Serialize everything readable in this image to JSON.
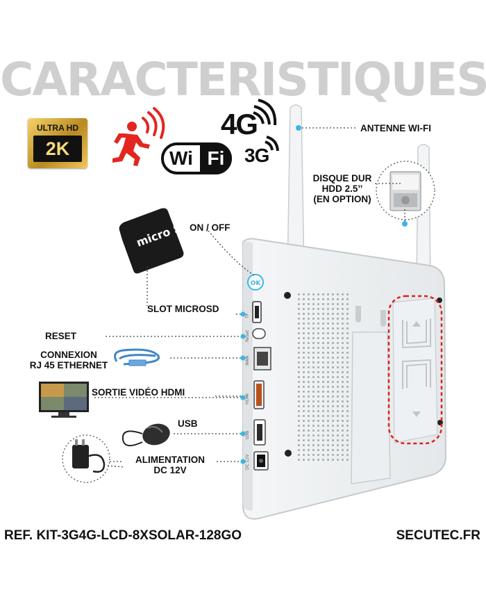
{
  "title": "CARACTERISTIQUES",
  "badges": {
    "ultra_hd": "ULTRA HD",
    "res": "2K",
    "wifi_w": "Wi",
    "wifi_fi": "Fi",
    "g4": "4G",
    "g3": "3G",
    "micro_sd": "micro SD"
  },
  "labels": {
    "antenne": "ANTENNE WI-FI",
    "disque_line1": "DISQUE DUR",
    "disque_line2": "HDD 2.5’’",
    "disque_line3": "(EN OPTION)",
    "on_off": "ON / OFF",
    "slot": "SLOT MICROSD",
    "reset": "RESET",
    "connexion_line1": "CONNEXION",
    "connexion_line2": "RJ 45 ETHERNET",
    "hdmi": "SORTIE VIDÉO HDMI",
    "usb": "USB",
    "alim_line1": "ALIMENTATION",
    "alim_line2": "DC 12V"
  },
  "device": {
    "ok": "OK",
    "port_tf": "TF",
    "port_reset": "Reset",
    "port_wan": "WAN",
    "port_hdmi": "HDMI",
    "port_usb": "USB",
    "port_dc": "DC 12V"
  },
  "footer": {
    "ref": "REF. KIT-3G4G-LCD-8XSOLAR-128GO",
    "site": "SECUTEC.FR"
  },
  "colors": {
    "accent_blue": "#38b6e8",
    "title_gray": "#cfcfcf",
    "highlight_red": "#d9231e"
  }
}
